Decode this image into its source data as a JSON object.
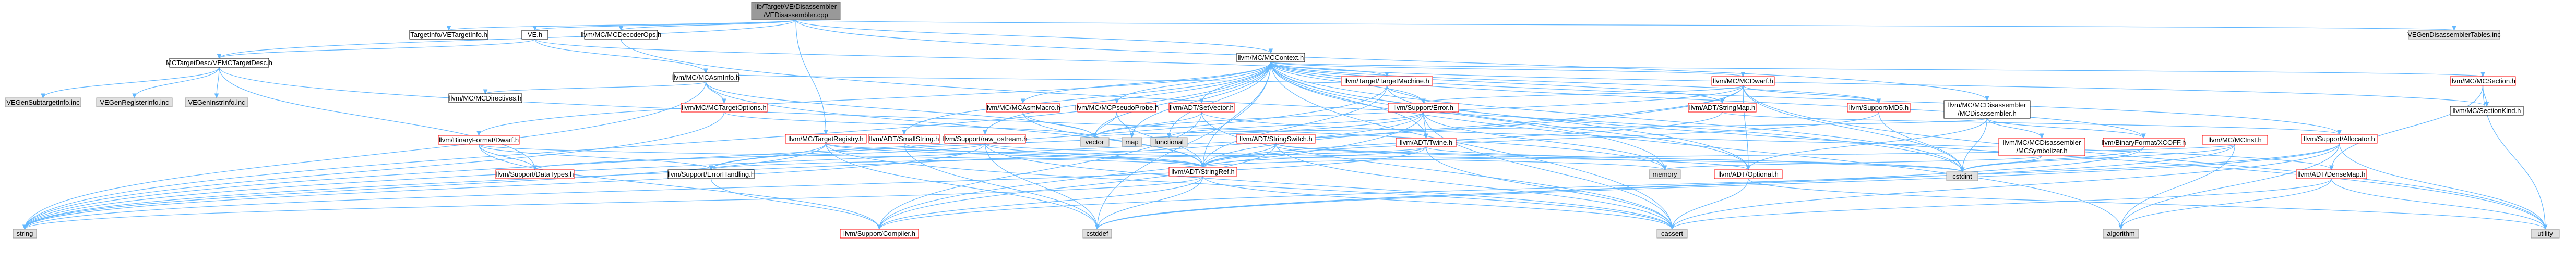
{
  "colors": {
    "edge": "#63b8ff",
    "root_fill": "#999999",
    "root_stroke": "#666666",
    "doc_fill": "#ffffff",
    "doc_stroke": "#ff0000",
    "sys_fill": "#e0e0e0",
    "sys_stroke": "#999999",
    "text": "#000000"
  },
  "nodes": [
    {
      "id": "root",
      "lines": [
        "lib/Target/VE/Disassembler",
        "/VEDisassembler.cpp"
      ],
      "kind": "root"
    },
    {
      "id": "targetinfo",
      "lines": [
        "TargetInfo/VETargetInfo.h"
      ],
      "kind": "plain"
    },
    {
      "id": "ve",
      "lines": [
        "VE.h"
      ],
      "kind": "plain"
    },
    {
      "id": "mcdecoderops",
      "lines": [
        "llvm/MC/MCDecoderOps.h"
      ],
      "kind": "plain"
    },
    {
      "id": "vegendisasm",
      "lines": [
        "VEGenDisassemblerTables.inc"
      ],
      "kind": "sys"
    },
    {
      "id": "mccontext",
      "lines": [
        "llvm/MC/MCContext.h"
      ],
      "kind": "plain"
    },
    {
      "id": "vetargetdesc",
      "lines": [
        "MCTargetDesc/VEMCTargetDesc.h"
      ],
      "kind": "plain"
    },
    {
      "id": "mcasminfo",
      "lines": [
        "llvm/MC/MCAsmInfo.h"
      ],
      "kind": "plain"
    },
    {
      "id": "targetmachine",
      "lines": [
        "llvm/Target/TargetMachine.h"
      ],
      "kind": "doc"
    },
    {
      "id": "dwarf",
      "lines": [
        "llvm/BinaryFormat/Dwarf.h"
      ],
      "kind": "doc"
    },
    {
      "id": "mcdirectives",
      "lines": [
        "llvm/MC/MCDirectives.h"
      ],
      "kind": "plain"
    },
    {
      "id": "mctargetoptions",
      "lines": [
        "llvm/MC/MCTargetOptions.h"
      ],
      "kind": "doc"
    },
    {
      "id": "vegensubtarget",
      "lines": [
        "VEGenSubtargetInfo.inc"
      ],
      "kind": "sys"
    },
    {
      "id": "vegenregister",
      "lines": [
        "VEGenRegisterInfo.inc"
      ],
      "kind": "sys"
    },
    {
      "id": "vegeninstr",
      "lines": [
        "VEGenInstrInfo.inc"
      ],
      "kind": "sys"
    },
    {
      "id": "targetregistry",
      "lines": [
        "llvm/MC/TargetRegistry.h"
      ],
      "kind": "doc"
    },
    {
      "id": "mcasmmacro",
      "lines": [
        "llvm/MC/MCAsmMacro.h"
      ],
      "kind": "doc"
    },
    {
      "id": "mcpseudoprobe",
      "lines": [
        "llvm/MC/MCPseudoProbe.h"
      ],
      "kind": "doc"
    },
    {
      "id": "setvector",
      "lines": [
        "llvm/ADT/SetVector.h"
      ],
      "kind": "doc"
    },
    {
      "id": "smallstring",
      "lines": [
        "llvm/ADT/SmallString.h"
      ],
      "kind": "doc"
    },
    {
      "id": "rawostream",
      "lines": [
        "llvm/Support/raw_ostream.h"
      ],
      "kind": "doc"
    },
    {
      "id": "supporterror",
      "lines": [
        "llvm/Support/Error.h"
      ],
      "kind": "doc"
    },
    {
      "id": "mcdwarf",
      "lines": [
        "llvm/MC/MCDwarf.h"
      ],
      "kind": "doc"
    },
    {
      "id": "stringmap",
      "lines": [
        "llvm/ADT/StringMap.h"
      ],
      "kind": "doc"
    },
    {
      "id": "md5",
      "lines": [
        "llvm/Support/MD5.h"
      ],
      "kind": "doc"
    },
    {
      "id": "mcdisassembler",
      "lines": [
        "llvm/MC/MCDisassembler",
        "/MCDisassembler.h"
      ],
      "kind": "plain"
    },
    {
      "id": "mcsymbolizer",
      "lines": [
        "llvm/MC/MCDisassembler",
        "/MCSymbolizer.h"
      ],
      "kind": "doc"
    },
    {
      "id": "xcoff",
      "lines": [
        "llvm/BinaryFormat/XCOFF.h"
      ],
      "kind": "doc"
    },
    {
      "id": "mcinst",
      "lines": [
        "llvm/MC/MCInst.h"
      ],
      "kind": "doc"
    },
    {
      "id": "allocator",
      "lines": [
        "llvm/Support/Allocator.h"
      ],
      "kind": "doc"
    },
    {
      "id": "mcsection",
      "lines": [
        "llvm/MC/MCSection.h"
      ],
      "kind": "doc"
    },
    {
      "id": "sectionkind",
      "lines": [
        "llvm/MC/SectionKind.h"
      ],
      "kind": "plain"
    },
    {
      "id": "stringswitch",
      "lines": [
        "llvm/ADT/StringSwitch.h"
      ],
      "kind": "doc"
    },
    {
      "id": "twine",
      "lines": [
        "llvm/ADT/Twine.h"
      ],
      "kind": "doc"
    },
    {
      "id": "datatypes",
      "lines": [
        "llvm/Support/DataTypes.h"
      ],
      "kind": "doc"
    },
    {
      "id": "errorhandling",
      "lines": [
        "llvm/Support/ErrorHandling.h"
      ],
      "kind": "plain"
    },
    {
      "id": "stringref",
      "lines": [
        "llvm/ADT/StringRef.h"
      ],
      "kind": "doc"
    },
    {
      "id": "optional",
      "lines": [
        "llvm/ADT/Optional.h"
      ],
      "kind": "doc"
    },
    {
      "id": "densemap",
      "lines": [
        "llvm/ADT/DenseMap.h"
      ],
      "kind": "doc"
    },
    {
      "id": "compiler",
      "lines": [
        "llvm/Support/Compiler.h"
      ],
      "kind": "doc"
    },
    {
      "id": "vector",
      "lines": [
        "vector"
      ],
      "kind": "sys"
    },
    {
      "id": "map",
      "lines": [
        "map"
      ],
      "kind": "sys"
    },
    {
      "id": "functional",
      "lines": [
        "functional"
      ],
      "kind": "sys"
    },
    {
      "id": "memory",
      "lines": [
        "memory"
      ],
      "kind": "sys"
    },
    {
      "id": "cstdint",
      "lines": [
        "cstdint"
      ],
      "kind": "sys"
    },
    {
      "id": "string",
      "lines": [
        "string"
      ],
      "kind": "sys"
    },
    {
      "id": "cstddef",
      "lines": [
        "cstddef"
      ],
      "kind": "sys"
    },
    {
      "id": "cassert",
      "lines": [
        "cassert"
      ],
      "kind": "sys"
    },
    {
      "id": "algorithm",
      "lines": [
        "algorithm"
      ],
      "kind": "sys"
    },
    {
      "id": "utility",
      "lines": [
        "utility"
      ],
      "kind": "sys"
    }
  ],
  "edges": [
    [
      "root",
      "targetinfo"
    ],
    [
      "root",
      "ve"
    ],
    [
      "root",
      "mcdecoderops"
    ],
    [
      "root",
      "vegendisasm"
    ],
    [
      "root",
      "mccontext"
    ],
    [
      "root",
      "vetargetdesc"
    ],
    [
      "root",
      "targetregistry"
    ],
    [
      "root",
      "mcdisassembler"
    ],
    [
      "ve",
      "vetargetdesc"
    ],
    [
      "ve",
      "targetmachine"
    ],
    [
      "ve",
      "mcasminfo"
    ],
    [
      "vetargetdesc",
      "vegensubtarget"
    ],
    [
      "vetargetdesc",
      "vegenregister"
    ],
    [
      "vetargetdesc",
      "vegeninstr"
    ],
    [
      "vetargetdesc",
      "datatypes"
    ],
    [
      "vetargetdesc",
      "memory"
    ],
    [
      "mcasminfo",
      "mcdirectives"
    ],
    [
      "mcasminfo",
      "mctargetoptions"
    ],
    [
      "mcasminfo",
      "vector"
    ],
    [
      "mcasminfo",
      "string"
    ],
    [
      "mcasminfo",
      "stringref"
    ],
    [
      "targetmachine",
      "mcasminfo"
    ],
    [
      "targetmachine",
      "supporterror"
    ],
    [
      "targetmachine",
      "stringref"
    ],
    [
      "targetmachine",
      "optional"
    ],
    [
      "targetmachine",
      "string"
    ],
    [
      "mccontext",
      "mcasmmacro"
    ],
    [
      "mccontext",
      "mcpseudoprobe"
    ],
    [
      "mccontext",
      "setvector"
    ],
    [
      "mccontext",
      "smallstring"
    ],
    [
      "mccontext",
      "rawostream"
    ],
    [
      "mccontext",
      "supporterror"
    ],
    [
      "mccontext",
      "mcdwarf"
    ],
    [
      "mccontext",
      "stringmap"
    ],
    [
      "mccontext",
      "md5"
    ],
    [
      "mccontext",
      "xcoff"
    ],
    [
      "mccontext",
      "mcsection"
    ],
    [
      "mccontext",
      "sectionkind"
    ],
    [
      "mccontext",
      "allocator"
    ],
    [
      "mccontext",
      "dwarf"
    ],
    [
      "mccontext",
      "twine"
    ],
    [
      "mccontext",
      "stringref"
    ],
    [
      "mccontext",
      "optional"
    ],
    [
      "mccontext",
      "vector"
    ],
    [
      "mccontext",
      "map"
    ],
    [
      "mccontext",
      "functional"
    ],
    [
      "mccontext",
      "memory"
    ],
    [
      "mccontext",
      "cstdint"
    ],
    [
      "mccontext",
      "string"
    ],
    [
      "mccontext",
      "cstddef"
    ],
    [
      "mccontext",
      "cassert"
    ],
    [
      "mccontext",
      "algorithm"
    ],
    [
      "mccontext",
      "utility"
    ],
    [
      "mcdecoderops",
      "cstdint"
    ],
    [
      "mcdwarf",
      "stringmap"
    ],
    [
      "mcdwarf",
      "md5"
    ],
    [
      "mcdwarf",
      "supporterror"
    ],
    [
      "mcdwarf",
      "stringref"
    ],
    [
      "mcdwarf",
      "optional"
    ],
    [
      "mcdwarf",
      "vector"
    ],
    [
      "mcdwarf",
      "string"
    ],
    [
      "mcdwarf",
      "cstdint"
    ],
    [
      "mcdwarf",
      "utility"
    ],
    [
      "mcdisassembler",
      "mcsymbolizer"
    ],
    [
      "mcdisassembler",
      "xcoff"
    ],
    [
      "mcdisassembler",
      "vector"
    ],
    [
      "mcdisassembler",
      "cstdint"
    ],
    [
      "mcdisassembler",
      "optional"
    ],
    [
      "mcsymbolizer",
      "cstdint"
    ],
    [
      "mcsymbolizer",
      "memory"
    ],
    [
      "mcinst",
      "stringref"
    ],
    [
      "mcinst",
      "cstdint"
    ],
    [
      "mcinst",
      "cstddef"
    ],
    [
      "mcinst",
      "algorithm"
    ],
    [
      "allocator",
      "compiler"
    ],
    [
      "allocator",
      "cassert"
    ],
    [
      "allocator",
      "algorithm"
    ],
    [
      "allocator",
      "cstddef"
    ],
    [
      "allocator",
      "utility"
    ],
    [
      "mcsection",
      "sectionkind"
    ],
    [
      "mcsection",
      "densemap"
    ],
    [
      "mcsection",
      "utility"
    ],
    [
      "supporterror",
      "errorhandling"
    ],
    [
      "supporterror",
      "compiler"
    ],
    [
      "supporterror",
      "twine"
    ],
    [
      "supporterror",
      "memory"
    ],
    [
      "supporterror",
      "cassert"
    ],
    [
      "supporterror",
      "string"
    ],
    [
      "supporterror",
      "functional"
    ],
    [
      "stringswitch",
      "stringref"
    ],
    [
      "stringswitch",
      "compiler"
    ],
    [
      "stringswitch",
      "cassert"
    ],
    [
      "stringswitch",
      "cstring"
    ],
    [
      "stringswitch",
      "optional"
    ],
    [
      "twine",
      "stringref"
    ],
    [
      "twine",
      "errorhandling"
    ],
    [
      "twine",
      "cassert"
    ],
    [
      "twine",
      "cstdint"
    ],
    [
      "twine",
      "string"
    ],
    [
      "rawostream",
      "stringref"
    ],
    [
      "rawostream",
      "datatypes"
    ],
    [
      "rawostream",
      "cassert"
    ],
    [
      "rawostream",
      "cstddef"
    ],
    [
      "rawostream",
      "cstdint"
    ],
    [
      "rawostream",
      "string"
    ],
    [
      "smallstring",
      "stringref"
    ],
    [
      "smallstring",
      "cstddef"
    ],
    [
      "setvector",
      "densemap"
    ],
    [
      "setvector",
      "compiler"
    ],
    [
      "setvector",
      "cassert"
    ],
    [
      "setvector",
      "vector"
    ],
    [
      "mcpseudoprobe",
      "stringref"
    ],
    [
      "mcpseudoprobe",
      "vector"
    ],
    [
      "mcpseudoprobe",
      "map"
    ],
    [
      "mcasmmacro",
      "stringref"
    ],
    [
      "mcasmmacro",
      "vector"
    ],
    [
      "dwarf",
      "datatypes"
    ],
    [
      "dwarf",
      "errorhandling"
    ],
    [
      "dwarf",
      "stringref"
    ],
    [
      "dwarf",
      "compiler"
    ],
    [
      "errorhandling",
      "compiler"
    ],
    [
      "targetregistry",
      "stringref"
    ],
    [
      "targetregistry",
      "memory"
    ],
    [
      "targetregistry",
      "cassert"
    ],
    [
      "targetregistry",
      "string"
    ],
    [
      "targetregistry",
      "cstddef"
    ],
    [
      "targetregistry",
      "errorhandling"
    ],
    [
      "stringref",
      "compiler"
    ],
    [
      "stringref",
      "cassert"
    ],
    [
      "stringref",
      "cstddef"
    ],
    [
      "stringref",
      "string"
    ],
    [
      "optional",
      "cassert"
    ],
    [
      "optional",
      "utility"
    ],
    [
      "densemap",
      "cassert"
    ],
    [
      "densemap",
      "utility"
    ],
    [
      "densemap",
      "algorithm"
    ],
    [
      "stringmap",
      "stringref"
    ],
    [
      "stringmap",
      "allocator"
    ],
    [
      "xcoff",
      "cstdint"
    ],
    [
      "xcoff",
      "cstddef"
    ],
    [
      "md5",
      "stringref"
    ],
    [
      "md5",
      "cstdint"
    ],
    [
      "mctargetoptions",
      "string"
    ],
    [
      "mctargetoptions",
      "vector"
    ]
  ]
}
